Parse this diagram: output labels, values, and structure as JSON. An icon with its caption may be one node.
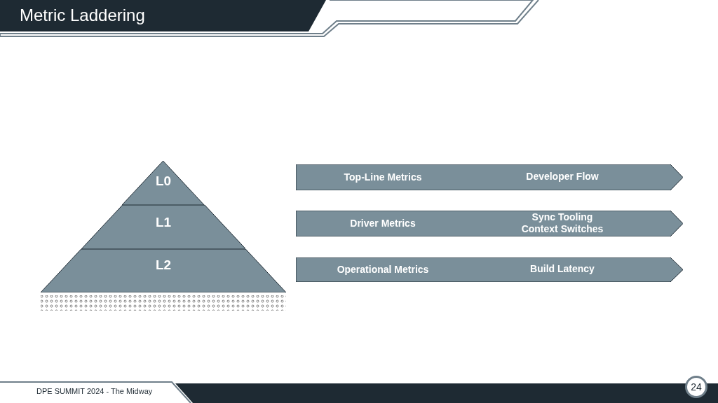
{
  "diagram": {
    "title": "Metric Laddering",
    "nodes": [
      {
        "text": [
          "L0"
        ]
      },
      {
        "text": [
          "L1"
        ]
      },
      {
        "text": [
          "L2"
        ]
      },
      {
        "text": [
          "Top-Line Metrics",
          "Developer Flow"
        ]
      },
      {
        "text": [
          "Driver Metrics",
          "Sync Tooling",
          "Context Switches"
        ]
      },
      {
        "text": [
          "Operational Metrics",
          "Build Latency"
        ]
      }
    ],
    "labels": [
      "DPE SUMMIT 2024 - The Midway",
      "24"
    ]
  }
}
